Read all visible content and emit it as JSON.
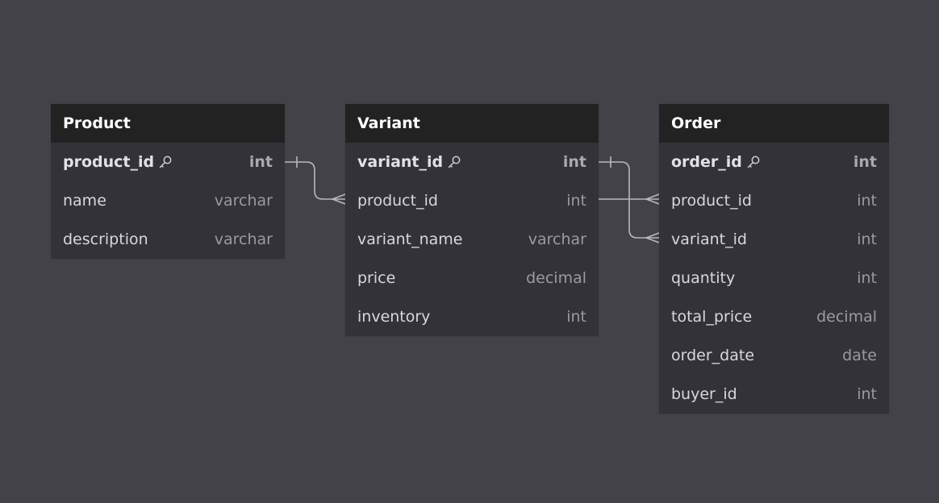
{
  "tables": [
    {
      "name": "Product",
      "columns": [
        {
          "name": "product_id",
          "type": "int",
          "pk": true
        },
        {
          "name": "name",
          "type": "varchar",
          "pk": false
        },
        {
          "name": "description",
          "type": "varchar",
          "pk": false
        }
      ]
    },
    {
      "name": "Variant",
      "columns": [
        {
          "name": "variant_id",
          "type": "int",
          "pk": true
        },
        {
          "name": "product_id",
          "type": "int",
          "pk": false
        },
        {
          "name": "variant_name",
          "type": "varchar",
          "pk": false
        },
        {
          "name": "price",
          "type": "decimal",
          "pk": false
        },
        {
          "name": "inventory",
          "type": "int",
          "pk": false
        }
      ]
    },
    {
      "name": "Order",
      "columns": [
        {
          "name": "order_id",
          "type": "int",
          "pk": true
        },
        {
          "name": "product_id",
          "type": "int",
          "pk": false
        },
        {
          "name": "variant_id",
          "type": "int",
          "pk": false
        },
        {
          "name": "quantity",
          "type": "int",
          "pk": false
        },
        {
          "name": "total_price",
          "type": "decimal",
          "pk": false
        },
        {
          "name": "order_date",
          "type": "date",
          "pk": false
        },
        {
          "name": "buyer_id",
          "type": "int",
          "pk": false
        }
      ]
    }
  ],
  "relationships": [
    {
      "from_table": "Product",
      "from_column": "product_id",
      "from_cardinality": "one",
      "to_table": "Variant",
      "to_column": "product_id",
      "to_cardinality": "many"
    },
    {
      "from_table": "Product",
      "from_column": "product_id",
      "from_cardinality": "one",
      "to_table": "Order",
      "to_column": "product_id",
      "to_cardinality": "many"
    },
    {
      "from_table": "Variant",
      "from_column": "variant_id",
      "from_cardinality": "one",
      "to_table": "Order",
      "to_column": "variant_id",
      "to_cardinality": "many"
    }
  ],
  "icons": {
    "primary_key": "key-icon"
  },
  "colors": {
    "canvas": "#434249",
    "table_body": "#333238",
    "table_header": "#222222",
    "connector": "#b8b8bc"
  }
}
